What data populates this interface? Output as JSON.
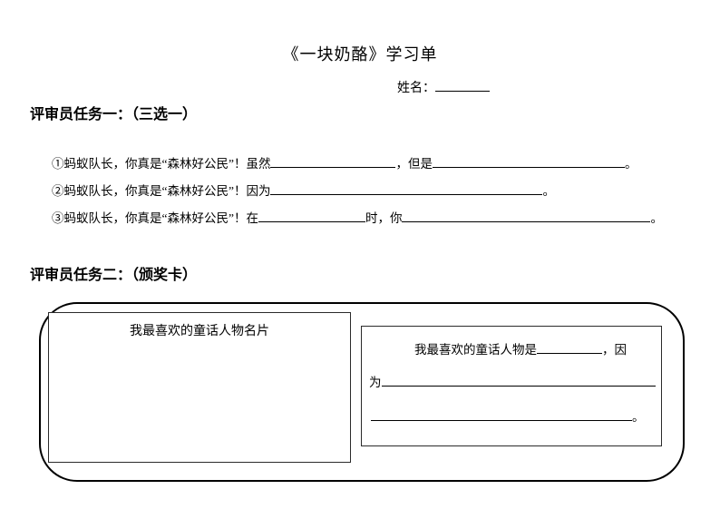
{
  "doc": {
    "title": "《一块奶酪》学习单",
    "name_label": "姓名：",
    "ink_color": "#000000",
    "background_color": "#ffffff"
  },
  "task1": {
    "heading": "评审员任务一：（三选一）",
    "items": [
      {
        "prefix": "①蚂蚁队长，你真是“森林好公民”！虽然",
        "mid": "，但是",
        "suffix": "。"
      },
      {
        "prefix": "②蚂蚁队长，你真是“森林好公民”！因为",
        "suffix": "。"
      },
      {
        "prefix": "③蚂蚁队长，你真是“森林好公民”！在",
        "mid": "时，你",
        "suffix": "。"
      }
    ]
  },
  "task2": {
    "heading": "评审员任务二：（颁奖卡）",
    "card": {
      "left_title": "我最喜欢的童话人物名片",
      "right_line1_prefix": "我最喜欢的童话人物是",
      "right_line1_suffix": "，因",
      "right_line2_prefix": "为",
      "right_line3_suffix": "。"
    }
  }
}
